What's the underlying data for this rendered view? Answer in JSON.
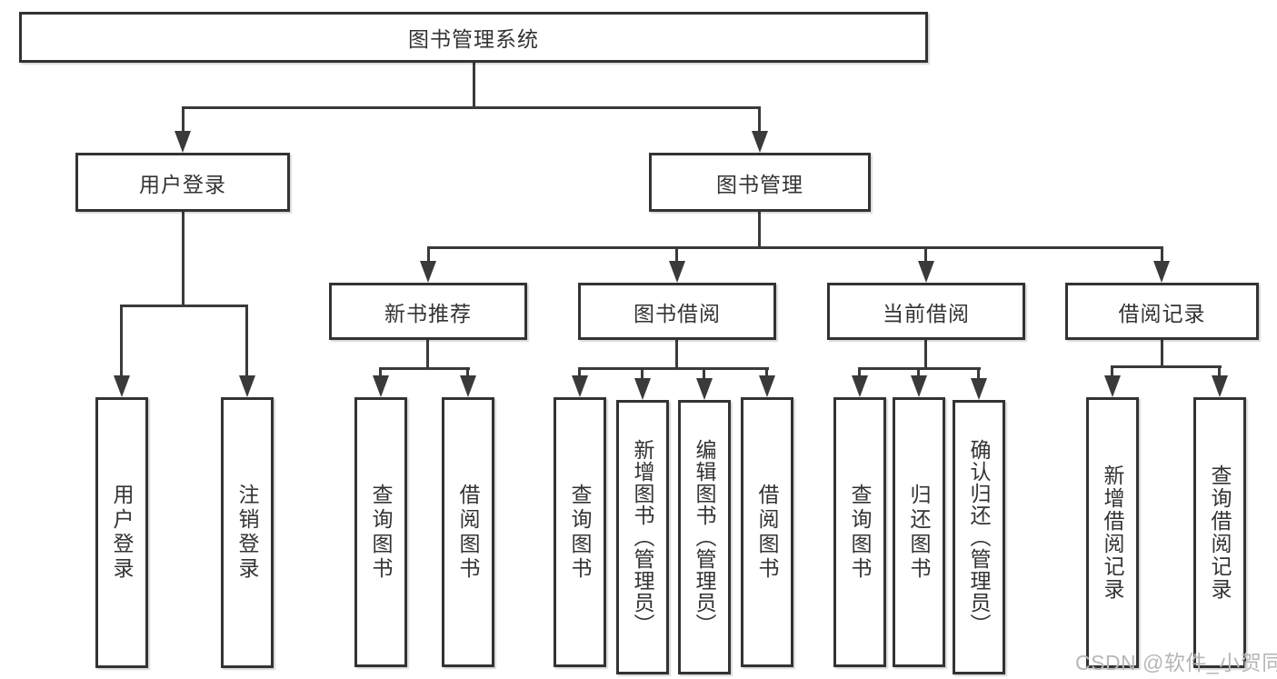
{
  "diagram": {
    "root": {
      "label": "图书管理系统",
      "children": [
        {
          "label": "用户登录",
          "children": [
            {
              "label": "用户登录"
            },
            {
              "label": "注销登录"
            }
          ]
        },
        {
          "label": "图书管理",
          "children": [
            {
              "label": "新书推荐",
              "children": [
                {
                  "label": "查询图书"
                },
                {
                  "label": "借阅图书"
                }
              ]
            },
            {
              "label": "图书借阅",
              "children": [
                {
                  "label": "查询图书"
                },
                {
                  "label": "新增图书（管理员）"
                },
                {
                  "label": "编辑图书（管理员）"
                },
                {
                  "label": "借阅图书"
                }
              ]
            },
            {
              "label": "当前借阅",
              "children": [
                {
                  "label": "查询图书"
                },
                {
                  "label": "归还图书"
                },
                {
                  "label": "确认归还（管理员）"
                }
              ]
            },
            {
              "label": "借阅记录",
              "children": [
                {
                  "label": "新增借阅记录"
                },
                {
                  "label": "查询借阅记录"
                }
              ]
            }
          ]
        }
      ]
    },
    "watermark": "CSDN @软件_小贺同学",
    "colors": {
      "line": "#3a3a3a",
      "box_border": "#333333",
      "text": "#333333",
      "watermark": "#b7b7b7",
      "background": "#ffffff"
    }
  }
}
